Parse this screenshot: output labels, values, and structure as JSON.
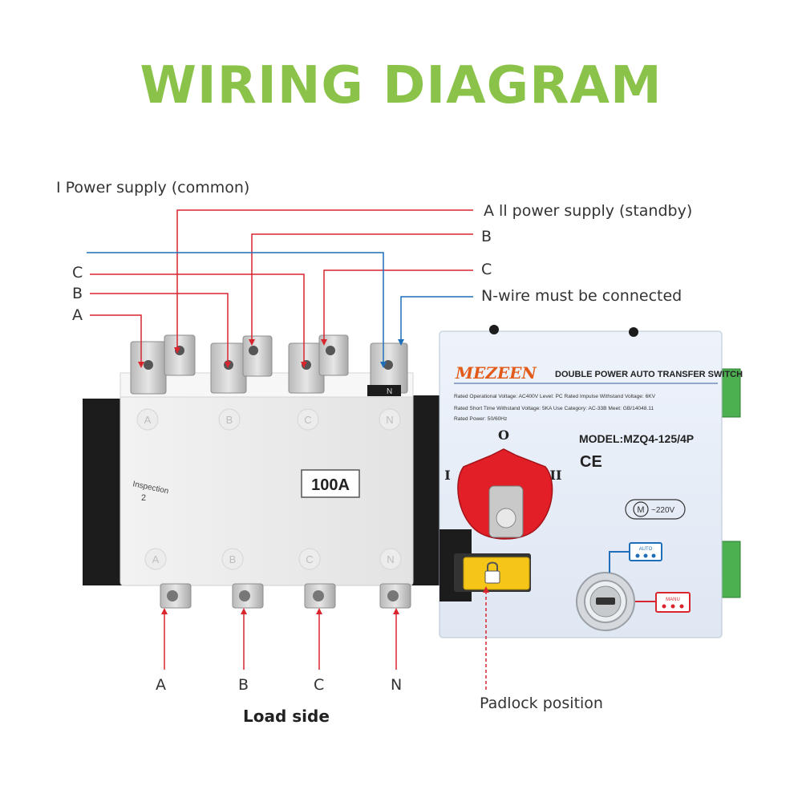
{
  "title": "WIRING DIAGRAM",
  "labels": {
    "power1": "I Power supply (common)",
    "power2": "A ll power supply (standby)",
    "right_b": "B",
    "right_c": "C",
    "right_n": "N-wire must be connected",
    "left_c": "C",
    "left_b": "B",
    "left_a": "A",
    "bottom_a": "A",
    "bottom_b": "B",
    "bottom_c": "C",
    "bottom_n": "N",
    "load_side": "Load side",
    "padlock": "Padlock position"
  },
  "device": {
    "brand": "MEZEEN",
    "product": "DOUBLE POWER AUTO TRANSFER SWITCH",
    "spec_line1": "Rated Operational Voltage: AC400V   Level: PC   Rated Impulse Withstand Voltage: 6KV",
    "spec_line2": "Rated Short Time Withstand Voltage: 5KA  Use Category: AC-33B    Meet: GB/14048.11",
    "spec_line3": "Rated Power: 50/60Hz",
    "model": "MODEL:MZQ4-125/4P",
    "ce": "CE",
    "motor": "~220V",
    "motor_symbol": "M",
    "pos_o": "O",
    "pos_i": "I",
    "pos_ii": "II",
    "auto_label": "AUTO",
    "manu_label": "MANU",
    "rating": "100A",
    "inspection": "Inspection",
    "inspection_no": "2",
    "poles": [
      "A",
      "B",
      "C",
      "N"
    ],
    "terminal_n": "N"
  },
  "colors": {
    "title": "#8bc34a",
    "wire_red": "#d9252e",
    "wire_blue": "#1f6fb8",
    "handle_red": "#e21f26",
    "padlock_yellow": "#f5c518"
  }
}
